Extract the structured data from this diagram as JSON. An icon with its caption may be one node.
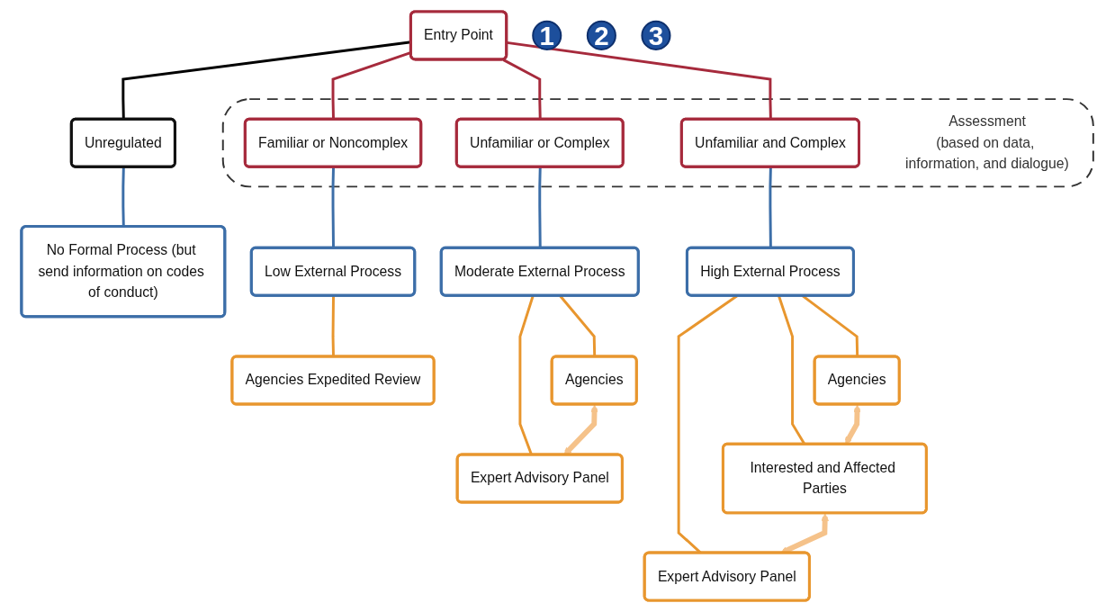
{
  "diagram": {
    "nodes": [
      {
        "text": [
          "Entry Point"
        ]
      },
      {
        "text": [
          "1"
        ]
      },
      {
        "text": [
          "2"
        ]
      },
      {
        "text": [
          "3"
        ]
      },
      {
        "text": [
          "Assessment",
          "(based on data, information, and dialogue)"
        ]
      },
      {
        "text": [
          "Unregulated"
        ]
      },
      {
        "text": [
          "Familiar or Noncomplex"
        ],
        "in": 4
      },
      {
        "text": [
          "Unfamiliar or Complex"
        ],
        "in": 4
      },
      {
        "text": [
          "Unfamiliar and Complex"
        ],
        "in": 4
      },
      {
        "text": [
          "No Formal Process (but send information on codes of conduct)"
        ]
      },
      {
        "text": [
          "Low External Process"
        ]
      },
      {
        "text": [
          "Moderate External Process"
        ]
      },
      {
        "text": [
          "High External Process"
        ]
      },
      {
        "text": [
          "Agencies Expedited Review"
        ]
      },
      {
        "text": [
          "Agencies"
        ]
      },
      {
        "text": [
          "Expert Advisory Panel"
        ]
      },
      {
        "text": [
          "Agencies"
        ]
      },
      {
        "text": [
          "Interested and Affected Parties"
        ]
      },
      {
        "text": [
          "Expert Advisory Panel"
        ]
      }
    ],
    "edges": [
      {
        "from": 0,
        "to": 5,
        "arrow": "none",
        "color": "#000000"
      },
      {
        "from": 0,
        "to": 6,
        "arrow": "none",
        "color": "#a62a3c"
      },
      {
        "from": 0,
        "to": 7,
        "arrow": "none",
        "color": "#a62a3c"
      },
      {
        "from": 0,
        "to": 8,
        "arrow": "none",
        "color": "#a62a3c"
      },
      {
        "from": 5,
        "to": 9,
        "arrow": "none",
        "color": "#3c6ea8"
      },
      {
        "from": 6,
        "to": 10,
        "arrow": "none",
        "color": "#3c6ea8"
      },
      {
        "from": 7,
        "to": 11,
        "arrow": "none",
        "color": "#3c6ea8"
      },
      {
        "from": 8,
        "to": 12,
        "arrow": "none",
        "color": "#3c6ea8"
      },
      {
        "from": 10,
        "to": 13,
        "arrow": "none",
        "color": "#e8962e"
      },
      {
        "from": 11,
        "to": 14,
        "arrow": "none",
        "color": "#e8962e"
      },
      {
        "from": 11,
        "to": 15,
        "arrow": "none",
        "color": "#e8962e"
      },
      {
        "from": 12,
        "to": 16,
        "arrow": "none",
        "color": "#e8962e"
      },
      {
        "from": 12,
        "to": 17,
        "arrow": "none",
        "color": "#e8962e"
      },
      {
        "from": 12,
        "to": 18,
        "arrow": "none",
        "color": "#e8962e"
      },
      {
        "from": 14,
        "to": 15,
        "arrow": "both",
        "style": "thick",
        "color": "#f5c28a"
      },
      {
        "from": 16,
        "to": 17,
        "arrow": "both",
        "style": "thick",
        "color": "#f5c28a"
      },
      {
        "from": 17,
        "to": 18,
        "arrow": "both",
        "style": "thick",
        "color": "#f5c28a"
      }
    ]
  }
}
